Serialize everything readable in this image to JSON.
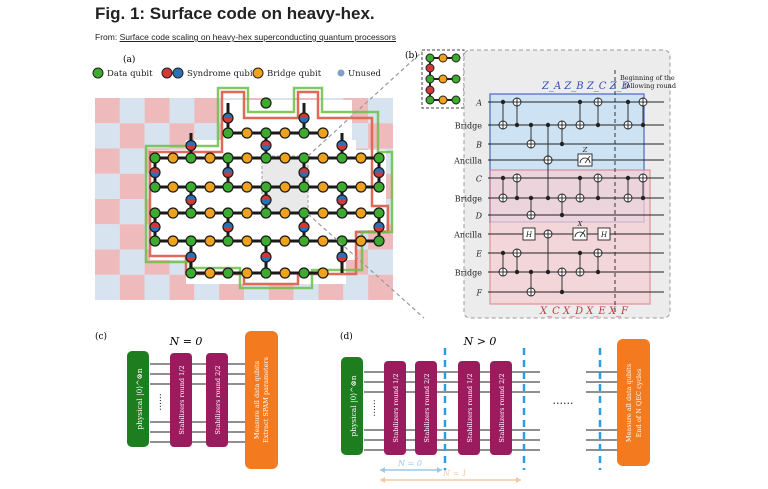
{
  "header": {
    "title": "Fig. 1: Surface code on heavy-hex.",
    "from_prefix": "From:",
    "from_link": "Surface code scaling on heavy-hex superconducting quantum processors"
  },
  "panel_a": {
    "label": "(a)",
    "legend": [
      {
        "label": "Data qubit",
        "color": "#3cab2f"
      },
      {
        "label": "Syndrome qubit",
        "color": "#d2383a"
      },
      {
        "label": "Bridge qubit",
        "color": "#f0a21e"
      },
      {
        "label": "Unused",
        "color": "#7fa0c8"
      }
    ]
  },
  "panel_b": {
    "label": "(b)",
    "z_stabilizer": "Z_A Z_B Z_C Z_D",
    "x_stabilizer": "X_C X_D X_E X_F",
    "round_note": [
      "Beginning of the",
      "following round"
    ],
    "rows": [
      "A",
      "Bridge",
      "B",
      "Ancilla",
      "C",
      "Bridge",
      "D",
      "Ancilla",
      "E",
      "Bridge",
      "F"
    ],
    "gate_z": "Z",
    "gate_x": "X",
    "gate_h": "H"
  },
  "panel_c": {
    "label": "(c)",
    "title": "N = 0",
    "physical": "physical |0⟩^⊗n",
    "dots": "......",
    "round1": "Stabilizers round 1/2",
    "round2": "Stabilizers round 2/2",
    "measure_1": "Measure all data qubits",
    "measure_2": "Extract SPAM parameters"
  },
  "panel_d": {
    "label": "(d)",
    "title": "N > 0",
    "physical": "physical |0⟩^⊗n",
    "dots": "......",
    "round1": "Stabilizers round 1/2",
    "round2": "Stabilizers round 2/2",
    "round3": "Stabilizers round 1/2",
    "round4": "Stabilizers round 2/2",
    "mid_dots": "......",
    "measure_1": "Measure all data qubits",
    "measure_2": "End of N QEC cycles",
    "n0": "N = 0",
    "n1": "N = 1"
  },
  "colors": {
    "data": "#3cab2f",
    "syndrome_red": "#d2383a",
    "syndrome_blue": "#2a72b5",
    "bridge": "#f0a21e",
    "unused": "#7fa0c8",
    "stab_box": "#9b1b5f",
    "phys_box": "#1e7d1e",
    "measure_box": "#f37a1f",
    "dash_blue": "#2a9ee0"
  }
}
